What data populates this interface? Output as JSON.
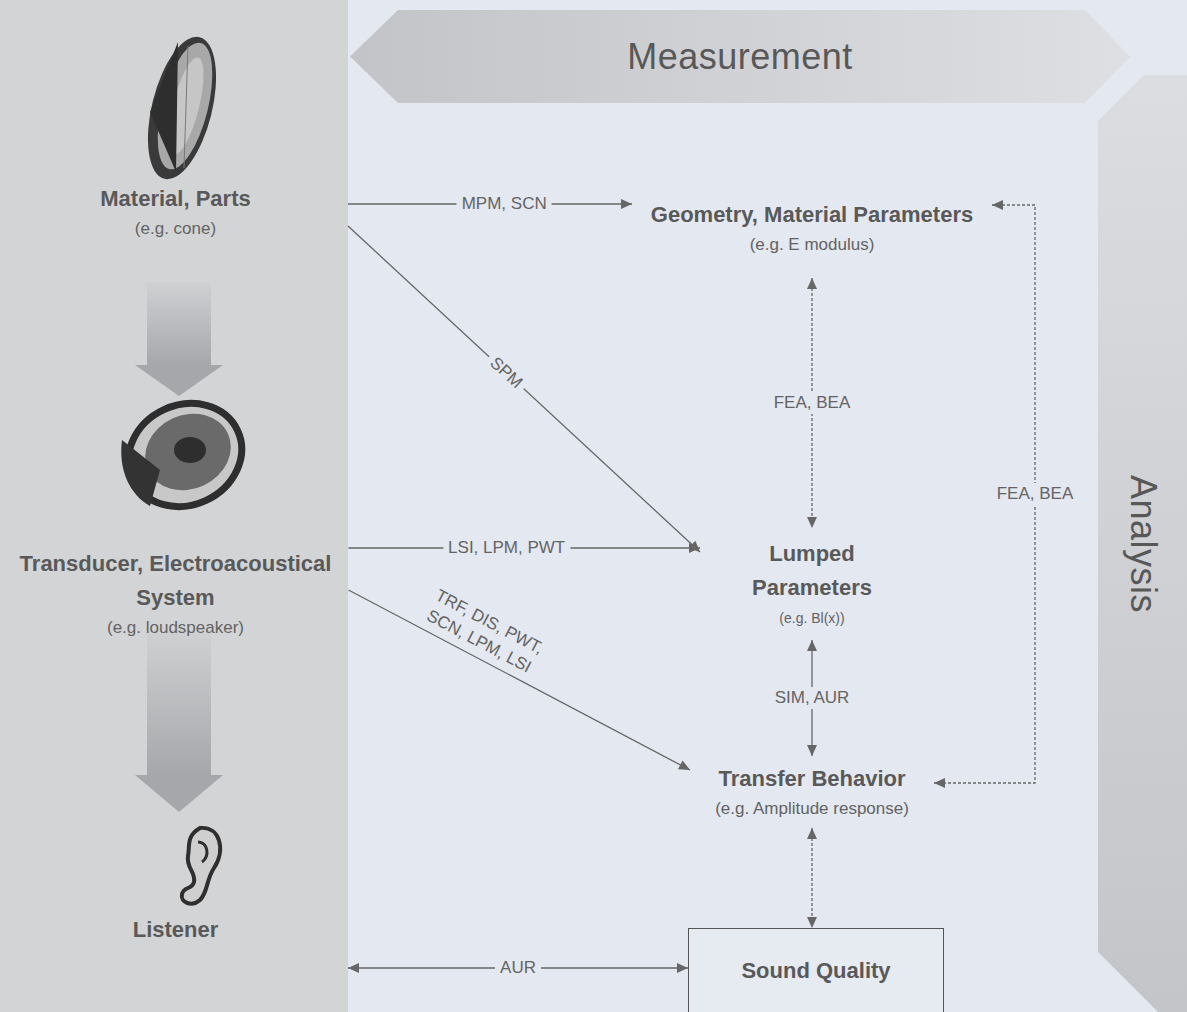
{
  "diagram": {
    "nodes": [
      {
        "text": [
          "Measurement"
        ]
      },
      {
        "text": [
          "Analysis"
        ]
      },
      {
        "text": [
          "Material, Parts",
          "(e.g. cone)"
        ]
      },
      {
        "text": [
          "Transducer, Electroacoustical System",
          "(e.g. loudspeaker)"
        ]
      },
      {
        "text": [
          "Listener"
        ]
      },
      {
        "text": [
          "Geometry, Material Parameters",
          "(e.g. E modulus)"
        ]
      },
      {
        "text": [
          "Lumped Parameters",
          "(e.g. Bl(x))"
        ]
      },
      {
        "text": [
          "Transfer Behavior",
          "(e.g. Amplitude response)"
        ]
      },
      {
        "text": [
          "Sound Quality"
        ]
      }
    ],
    "edges": [
      {
        "from": 2,
        "to": 5,
        "label": "MPM, SCN",
        "arrow": "to"
      },
      {
        "from": 2,
        "to": 6,
        "label": "SPM",
        "arrow": "to"
      },
      {
        "from": 3,
        "to": 6,
        "label": "LSI, LPM, PWT",
        "arrow": "to"
      },
      {
        "from": 3,
        "to": 7,
        "label": "TRF, DIS, PWT, SCN, LPM, LSI",
        "arrow": "to"
      },
      {
        "from": 5,
        "to": 6,
        "label": "FEA, BEA",
        "arrow": "both"
      },
      {
        "from": 6,
        "to": 7,
        "label": "SIM, AUR",
        "arrow": "both"
      },
      {
        "from": 5,
        "to": 7,
        "label": "FEA, BEA",
        "arrow": "both"
      },
      {
        "from": 7,
        "to": 8,
        "arrow": "both"
      },
      {
        "from": 4,
        "to": 8,
        "label": "AUR",
        "arrow": "both"
      }
    ]
  }
}
